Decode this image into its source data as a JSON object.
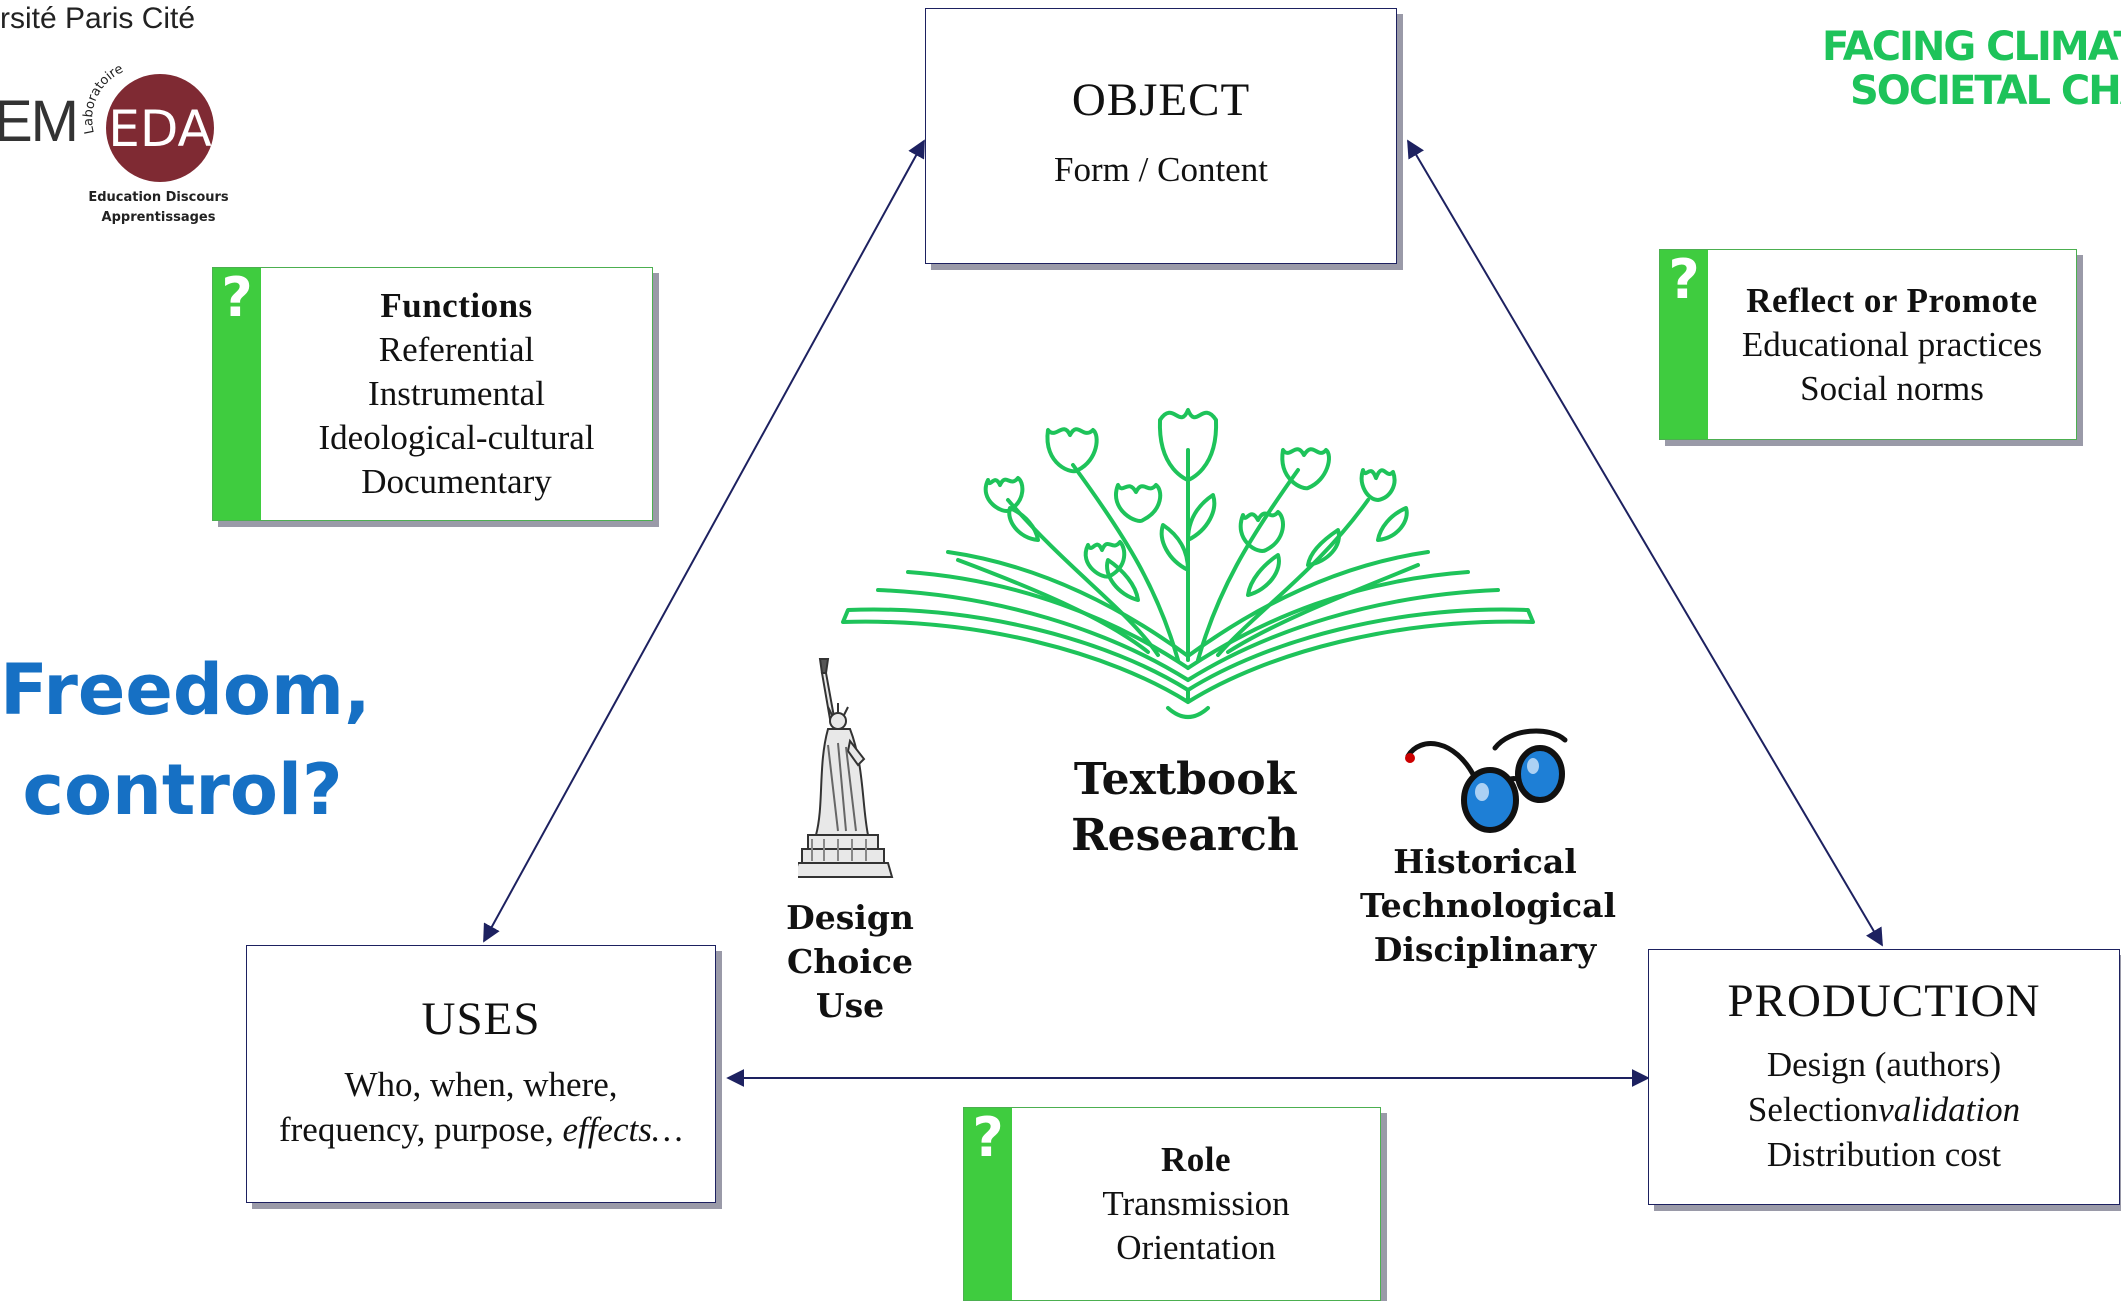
{
  "header": {
    "university": "rsité Paris Cité",
    "lab_partial": "EM",
    "lab_badge": "EDA",
    "lab_arc": "Laboratoire",
    "lab_caption_1": "Education Discours",
    "lab_caption_2": "Apprentissages",
    "project_line_1": "FACING CLIMAT",
    "project_line_2": "SOCIETAL CHA"
  },
  "question": {
    "line_1": "Freedom,",
    "line_2": "control?"
  },
  "nodes": {
    "object": {
      "title": "OBJECT",
      "subtitle": "Form / Content"
    },
    "uses": {
      "title": "USES",
      "line_1": "Who, when, where,",
      "line_2": "frequency, purpose,",
      "line_2_italic": "effects…"
    },
    "production": {
      "title": "PRODUCTION",
      "line_1": "Design (authors)",
      "line_2": "Selection",
      "line_2_italic": "validation",
      "line_3": "Distribution cost"
    }
  },
  "question_boxes": {
    "functions": {
      "mark": "?",
      "heading": "Functions",
      "items": [
        "Referential",
        "Instrumental",
        "Ideological-cultural",
        "Documentary"
      ]
    },
    "reflect": {
      "mark": "?",
      "heading": "Reflect or Promote",
      "items": [
        "Educational practices",
        "Social norms"
      ]
    },
    "role": {
      "mark": "?",
      "heading": "Role",
      "items": [
        "Transmission",
        "Orientation"
      ]
    }
  },
  "center": {
    "title_1": "Textbook",
    "title_2": "Research",
    "left_labels": [
      "Design",
      "Choice",
      "Use"
    ],
    "right_labels": [
      "Historical",
      "Technological",
      "Disciplinary"
    ]
  },
  "colors": {
    "accent_green": "#3fcc3f",
    "brand_green": "#1ec35a",
    "question_blue": "#1670c4",
    "frame_navy": "#1d2160",
    "badge_red": "#7f2a33"
  },
  "icons": [
    "book-flowers-icon",
    "statue-of-liberty-icon",
    "glasses-icon"
  ]
}
